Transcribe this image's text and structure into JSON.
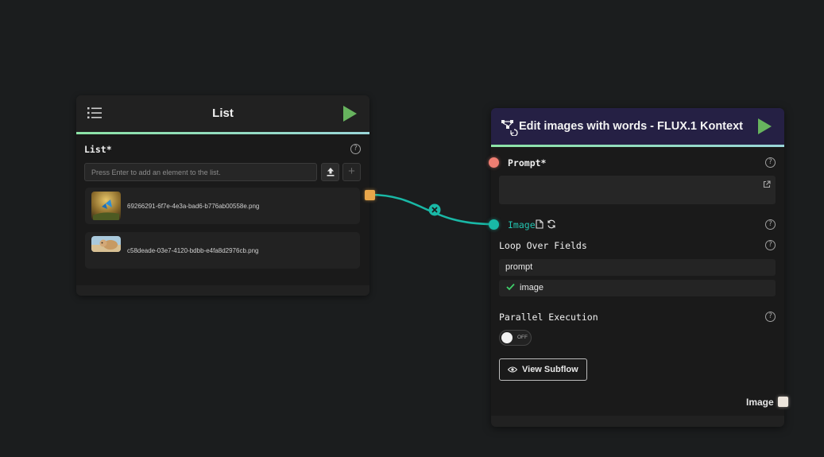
{
  "list_node": {
    "title": "List",
    "field_label": "List",
    "required_mark": "*",
    "input_placeholder": "Press Enter to add an element to the list.",
    "plus_label": "+",
    "items": [
      {
        "filename": "69266291-6f7e-4e3a-bad6-b776ab00558e.png"
      },
      {
        "filename": "c58deade-03e7-4120-bdbb-e4fa8d2976cb.png"
      }
    ]
  },
  "edit_node": {
    "title": "Edit images with words - FLUX.1 Kontext",
    "prompt_label": "Prompt",
    "required_mark": "*",
    "image_label": "Image",
    "loop_label": "Loop Over Fields",
    "loop_options": [
      {
        "label": "prompt",
        "checked": false
      },
      {
        "label": "image",
        "checked": true
      }
    ],
    "parallel_label": "Parallel Execution",
    "toggle_state": "OFF",
    "view_subflow_label": "View Subflow",
    "output_label": "Image"
  },
  "help_glyph": "?",
  "colors": {
    "canvas_bg": "#1b1d1e",
    "edge": "#19b8a6",
    "run_green": "#67b35e",
    "list_port": "#e8a64a",
    "prompt_port": "#f07e72",
    "image_port": "#19b8a6",
    "edit_header": "#252044"
  }
}
